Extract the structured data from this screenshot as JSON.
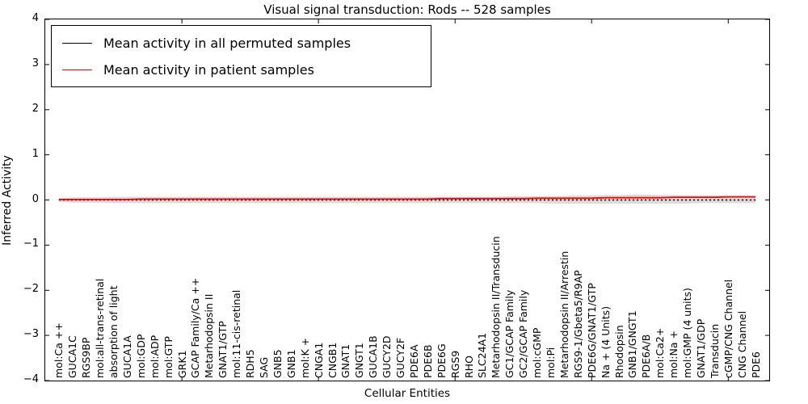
{
  "chart_data": {
    "type": "line",
    "title": "Visual signal transduction: Rods -- 528 samples",
    "xlabel": "Cellular Entities",
    "ylabel": "Inferred Activity",
    "ylim": [
      -4,
      4
    ],
    "yticks": [
      4,
      3,
      2,
      1,
      0,
      -1,
      -2,
      -3,
      -4
    ],
    "xlim": [
      0,
      53
    ],
    "xtick_positions": [
      10,
      20,
      30,
      40,
      50
    ],
    "grid": false,
    "legend_position": "upper-left",
    "colors": {
      "permuted_line": "#000000",
      "patient_line": "#ff0000",
      "range_band": "#dcdcdc",
      "axes": "#000000",
      "background": "#ffffff"
    },
    "categories": [
      "mol:Ca ++",
      "GUCA1C",
      "RGS9BP",
      "mol:all-trans-retinal",
      "absorption of light",
      "GUCA1A",
      "mol:GDP",
      "mol:ADP",
      "mol:GTP",
      "GRK1",
      "GCAP Family/Ca ++",
      "Metarhodopsin II",
      "GNAT1/GTP",
      "mol:11-cis-retinal",
      "RDH5",
      "SAG",
      "GNB5",
      "GNB1",
      "mol:K +",
      "CNGA1",
      "CNGB1",
      "GNAT1",
      "GNGT1",
      "GUCA1B",
      "GUCY2D",
      "GUCY2F",
      "PDE6A",
      "PDE6B",
      "PDE6G",
      "RGS9",
      "RHO",
      "SLC24A1",
      "Metarhodopsin II/Transducin",
      "GC1/GCAP Family",
      "GC2/GCAP Family",
      "mol:cGMP",
      "mol:Pi",
      "Metarhodopsin II/Arrestin",
      "RGS9-1/Gbeta5/R9AP",
      "PDE6G/GNAT1/GTP",
      "Na + (4 Units)",
      "Rhodopsin",
      "GNB1/GNGT1",
      "PDE6A/B",
      "mol:Ca2+",
      "mol:Na +",
      "mol:GMP (4 units)",
      "GNAT1/GDP",
      "Transducin",
      "cGMP/CNG Channel",
      "CNG Channel",
      "PDE6"
    ],
    "series": [
      {
        "name": "Mean activity in all permuted samples",
        "color": "#000000",
        "line_style": "dashed",
        "values": [
          0,
          0,
          0,
          0,
          0,
          0,
          0,
          0,
          0,
          0,
          0,
          0,
          0,
          0,
          0,
          0,
          0,
          0,
          0,
          0,
          0,
          0,
          0,
          0,
          0,
          0,
          0,
          0,
          0,
          0,
          0,
          0,
          0,
          0,
          0,
          0,
          0,
          0,
          0,
          0,
          0,
          0,
          0,
          0,
          0,
          0,
          0,
          0,
          0,
          0,
          0,
          0
        ]
      },
      {
        "name": "Mean activity in patient samples",
        "color": "#ff0000",
        "line_style": "solid",
        "values": [
          0.01,
          0.01,
          0.01,
          0.01,
          0.01,
          0.01,
          0.02,
          0.02,
          0.02,
          0.02,
          0.02,
          0.02,
          0.02,
          0.02,
          0.02,
          0.02,
          0.02,
          0.02,
          0.02,
          0.02,
          0.02,
          0.02,
          0.02,
          0.02,
          0.02,
          0.02,
          0.02,
          0.02,
          0.03,
          0.03,
          0.03,
          0.03,
          0.03,
          0.03,
          0.03,
          0.04,
          0.04,
          0.04,
          0.04,
          0.04,
          0.05,
          0.05,
          0.05,
          0.05,
          0.05,
          0.06,
          0.06,
          0.06,
          0.06,
          0.07,
          0.07,
          0.07
        ]
      }
    ],
    "band": {
      "name": "permuted activity range",
      "color": "#dcdcdc",
      "upper": [
        0.04,
        0.06,
        0.06,
        0.06,
        0.07,
        0.07,
        0.07,
        0.07,
        0.07,
        0.07,
        0.07,
        0.07,
        0.07,
        0.07,
        0.07,
        0.07,
        0.07,
        0.07,
        0.07,
        0.07,
        0.07,
        0.07,
        0.07,
        0.07,
        0.07,
        0.07,
        0.07,
        0.07,
        0.07,
        0.07,
        0.07,
        0.07,
        0.07,
        0.08,
        0.08,
        0.08,
        0.09,
        0.09,
        0.1,
        0.1,
        0.11,
        0.11,
        0.12,
        0.12,
        0.11,
        0.11,
        0.1,
        0.1,
        0.1,
        0.09,
        0.09,
        0.09
      ],
      "lower": [
        -0.04,
        -0.06,
        -0.06,
        -0.06,
        -0.07,
        -0.07,
        -0.07,
        -0.07,
        -0.07,
        -0.07,
        -0.07,
        -0.07,
        -0.07,
        -0.07,
        -0.07,
        -0.07,
        -0.07,
        -0.07,
        -0.07,
        -0.07,
        -0.07,
        -0.07,
        -0.07,
        -0.07,
        -0.07,
        -0.07,
        -0.07,
        -0.07,
        -0.07,
        -0.07,
        -0.07,
        -0.07,
        -0.07,
        -0.07,
        -0.07,
        -0.07,
        -0.08,
        -0.08,
        -0.08,
        -0.08,
        -0.08,
        -0.08,
        -0.08,
        -0.08,
        -0.08,
        -0.08,
        -0.08,
        -0.07,
        -0.07,
        -0.07,
        -0.07,
        -0.07
      ]
    }
  }
}
